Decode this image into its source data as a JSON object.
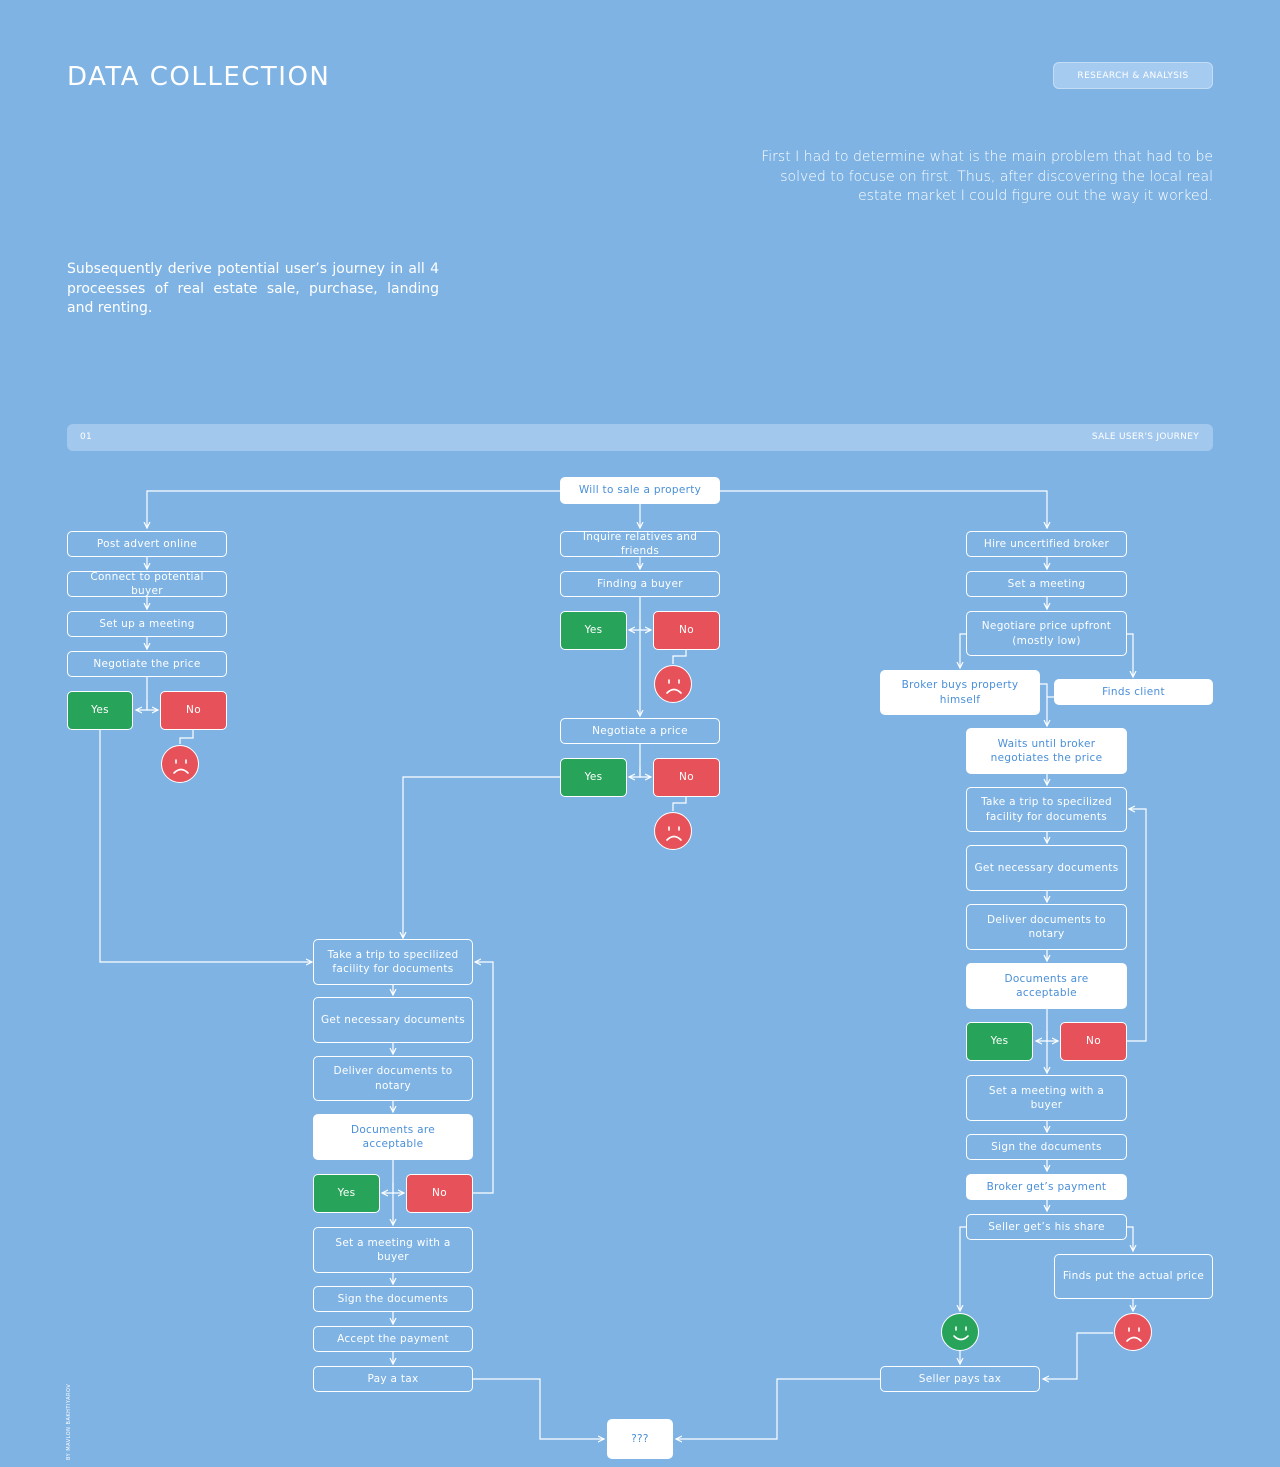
{
  "header": {
    "title": "DATA COLLECTION",
    "tag": "RESEARCH & ANALYSIS"
  },
  "intro": {
    "right": "First I had to determine what is the main problem that had to be solved to focuse on first. Thus, after discovering the local real estate market I could figure out the way it worked.",
    "left": "Subsequently derive potential user’s journey in all 4 proceesses of real estate sale, purchase, landing and renting."
  },
  "section": {
    "number": "01",
    "name": "SALE USER'S JOURNEY"
  },
  "credit": "BY MAVLON BAKHTIYAROV",
  "flow": {
    "start": "Will to sale a property",
    "end": "???",
    "left": {
      "post_advert": "Post advert online",
      "connect_buyer": "Connect to potential buyer",
      "set_up_meeting": "Set up a meeting",
      "negotiate": "Negotiate the price",
      "yes": "Yes",
      "no": "No"
    },
    "middle": {
      "inquire": "Inquire relatives and friends",
      "finding_buyer": "Finding a buyer",
      "yes1": "Yes",
      "no1": "No",
      "negotiate": "Negotiate a price",
      "yes2": "Yes",
      "no2": "No"
    },
    "docs": {
      "trip": "Take a trip to specilized facility for documents",
      "get_docs": "Get necessary documents",
      "deliver": "Deliver documents to notary",
      "acceptable": "Documents are acceptable",
      "yes": "Yes",
      "no": "No",
      "meeting_buyer": "Set a meeting with a buyer",
      "sign": "Sign the documents",
      "accept_payment": "Accept the payment",
      "pay_tax": "Pay a tax"
    },
    "right": {
      "hire_broker": "Hire uncertified broker",
      "set_meeting": "Set a meeting",
      "negotiate_upfront": "Negotiare price upfront (mostly low)",
      "broker_buys": "Broker buys property himself",
      "finds_client": "Finds client",
      "waits": "Waits until broker negotiates the price",
      "trip": "Take a trip to specilized facility for documents",
      "get_docs": "Get necessary documents",
      "deliver": "Deliver documents to notary",
      "acceptable": "Documents are acceptable",
      "yes": "Yes",
      "no": "No",
      "meeting_buyer": "Set a meeting with a buyer",
      "sign": "Sign the documents",
      "broker_payment": "Broker get’s payment",
      "seller_share": "Seller get’s his share",
      "finds_actual": "Finds put the actual price",
      "seller_tax": "Seller pays tax"
    }
  },
  "colors": {
    "background": "#7eb3e4",
    "yes": "#27a35a",
    "no": "#e7525a",
    "white_node_text": "#4a8fd8"
  },
  "icons": {
    "sad": "sad-face-icon",
    "happy": "happy-face-icon"
  }
}
